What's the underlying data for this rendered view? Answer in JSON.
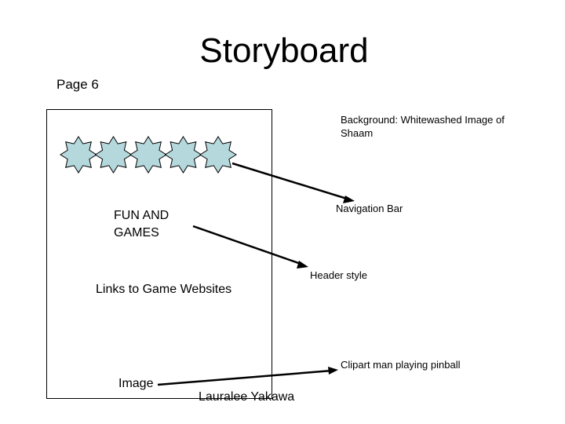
{
  "slide": {
    "title": "Storyboard",
    "page_label": "Page 6",
    "author": "Lauralee Yakawa"
  },
  "mockup": {
    "heading_text": "FUN AND GAMES",
    "links_text": "Links to Game Websites",
    "image_text": "Image",
    "nav_icon_count": 5,
    "nav_icon_color": "#b4d8dc",
    "nav_icon_shape": "eight-point-star-icon"
  },
  "annotations": {
    "background": "Background: Whitewashed Image of Shaam",
    "navigation": "Navigation Bar",
    "header": "Header style",
    "clipart": "Clipart man playing pinball"
  }
}
